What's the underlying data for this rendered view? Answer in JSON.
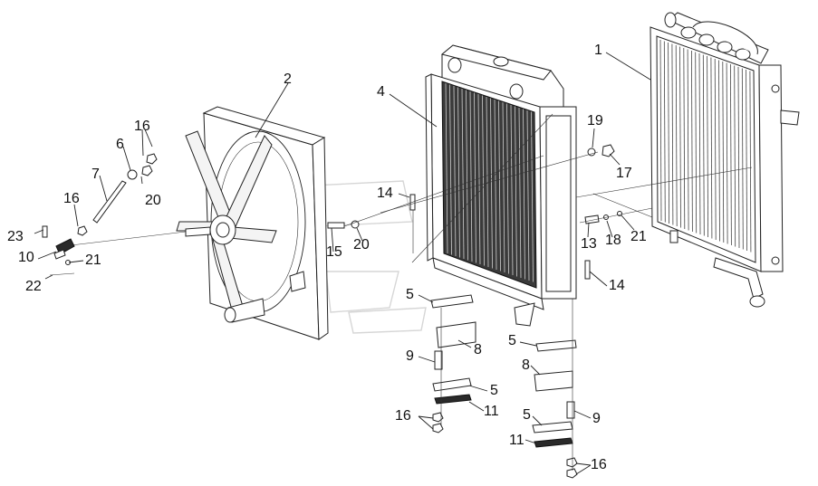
{
  "callouts": [
    {
      "text": "1"
    },
    {
      "text": "2"
    },
    {
      "text": "4"
    },
    {
      "text": "16"
    },
    {
      "text": "6"
    },
    {
      "text": "7"
    },
    {
      "text": "20"
    },
    {
      "text": "19"
    },
    {
      "text": "17"
    },
    {
      "text": "16"
    },
    {
      "text": "14"
    },
    {
      "text": "20"
    },
    {
      "text": "15"
    },
    {
      "text": "23"
    },
    {
      "text": "10"
    },
    {
      "text": "21"
    },
    {
      "text": "22"
    },
    {
      "text": "13"
    },
    {
      "text": "18"
    },
    {
      "text": "21"
    },
    {
      "text": "14"
    },
    {
      "text": "5"
    },
    {
      "text": "8"
    },
    {
      "text": "9"
    },
    {
      "text": "5"
    },
    {
      "text": "16"
    },
    {
      "text": "11"
    },
    {
      "text": "5"
    },
    {
      "text": "8"
    },
    {
      "text": "9"
    },
    {
      "text": "5"
    },
    {
      "text": "11"
    },
    {
      "text": "16"
    }
  ]
}
